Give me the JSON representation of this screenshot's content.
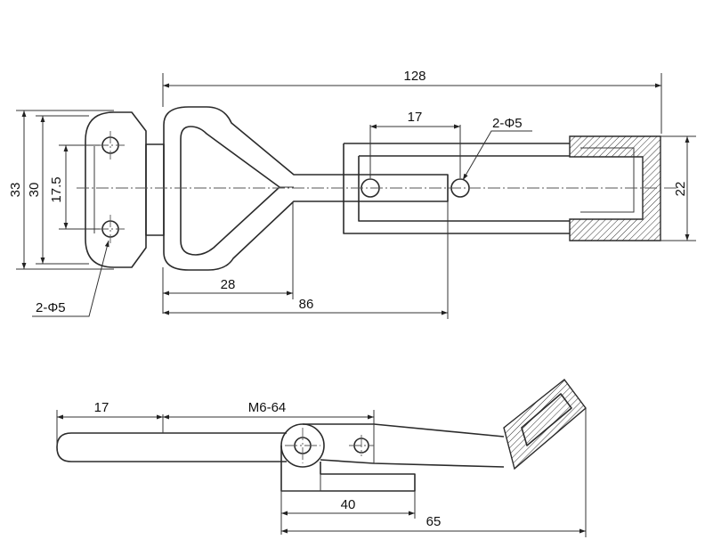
{
  "top_view": {
    "overall_length": "128",
    "slot_offset": "17",
    "hook_hole_note": "2-Φ5",
    "base_height_outer": "33",
    "base_height_inner": "30",
    "base_hole_spacing": "17.5",
    "hook_height": "22",
    "base_hole_note": "2-Φ5",
    "handle_width": "28",
    "to_hole_length": "86"
  },
  "side_view": {
    "handle_tail": "17",
    "thread_spec": "M6-64",
    "base_length": "40",
    "total_length": "65"
  }
}
